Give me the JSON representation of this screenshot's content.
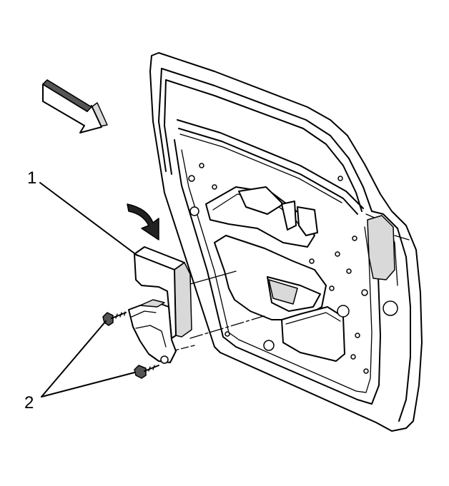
{
  "callouts": [
    {
      "id": "1",
      "label": "1"
    },
    {
      "id": "2",
      "label": "2"
    }
  ],
  "colors": {
    "line": "#000000",
    "background": "#ffffff",
    "shade": "#d9d9d9"
  },
  "icons": [
    "view-direction-arrow-icon",
    "install-direction-arrow-icon"
  ]
}
